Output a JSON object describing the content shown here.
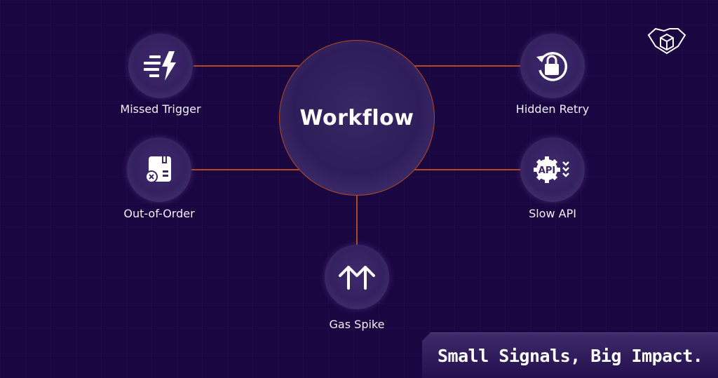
{
  "center": {
    "label": "Workflow"
  },
  "nodes": [
    {
      "label": "Missed Trigger",
      "icon": "lightning-speed-icon"
    },
    {
      "label": "Out-of-Order",
      "icon": "package-cancel-icon"
    },
    {
      "label": "Hidden Retry",
      "icon": "retry-lock-icon"
    },
    {
      "label": "Slow API",
      "icon": "api-gear-icon"
    },
    {
      "label": "Gas Spike",
      "icon": "double-arrow-up-icon"
    }
  ],
  "banner": {
    "text": "Small Signals, Big Impact."
  },
  "colors": {
    "background": "#1a0640",
    "connector": "#b4481e",
    "node": "#3e2a6e"
  }
}
